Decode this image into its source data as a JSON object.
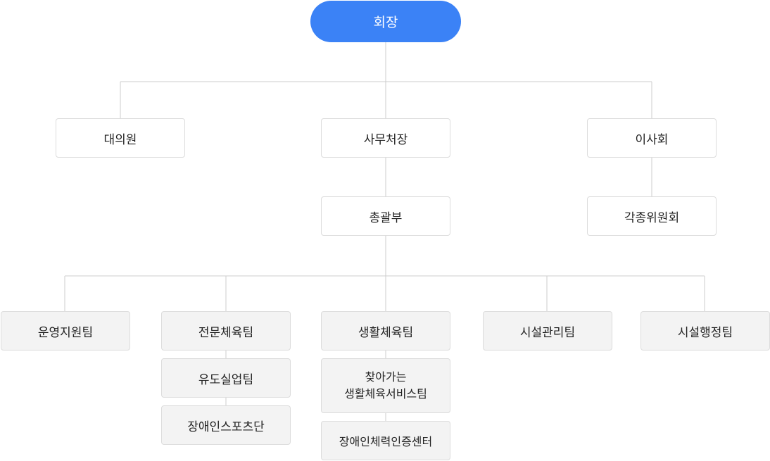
{
  "colors": {
    "accent": "#3b82f6",
    "line": "#cccccc",
    "box_border": "#dcdcdc",
    "team_bg": "#f3f3f3"
  },
  "root": "회장",
  "level1": {
    "left": "대의원",
    "center": "사무처장",
    "right": "이사회"
  },
  "level2": {
    "center": "총괄부",
    "right": "각종위원회"
  },
  "teams": {
    "t1": "운영지원팀",
    "t2": "전문체육팀",
    "t2_sub1": "유도실업팀",
    "t2_sub2": "장애인스포츠단",
    "t3": "생활체육팀",
    "t3_sub1_line1": "찾아가는",
    "t3_sub1_line2": "생활체육서비스팀",
    "t3_sub2": "장애인체력인증센터",
    "t4": "시설관리팀",
    "t5": "시설행정팀"
  }
}
